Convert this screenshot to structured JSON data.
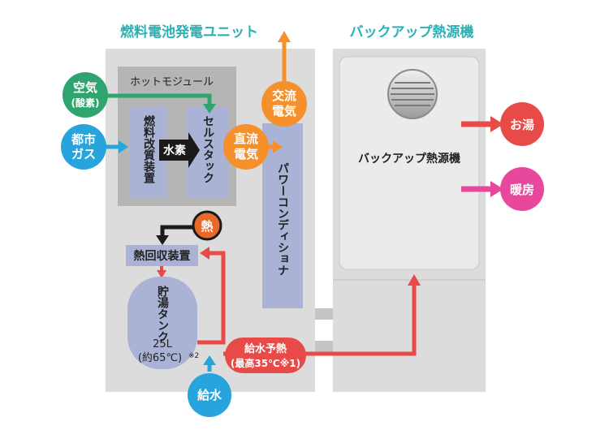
{
  "fuel_cell_unit": {
    "title": "燃料電池発電ユニット",
    "module_label": "ホットモジュール",
    "reformer": "燃料改質装置",
    "hydrogen": "水素",
    "cell_stack": "セルスタック",
    "power_conditioner": "パワーコンディショナ",
    "heat": "熱",
    "heat_recovery": "熱回収装置",
    "tank_label": "貯湯タンク",
    "tank_volume": "25L",
    "tank_temp": "(約65℃)",
    "tank_note": "※2"
  },
  "inputs": {
    "air_line1": "空気",
    "air_line2": "(酸素)",
    "gas_line1": "都市",
    "gas_line2": "ガス",
    "water": "給水"
  },
  "electric": {
    "dc_line1": "直流",
    "dc_line2": "電気",
    "ac_line1": "交流",
    "ac_line2": "電気"
  },
  "preheat": {
    "line1": "給水予熱",
    "line2": "(最高35℃※1)"
  },
  "backup_unit": {
    "title": "バックアップ熱源機",
    "box_label": "バックアップ熱源機"
  },
  "outputs": {
    "hot_water": "お湯",
    "heating": "暖房"
  },
  "colors": {
    "air": "#2fa46e",
    "gas": "#27a4dc",
    "electric": "#f5902a",
    "heat": "#e84a48",
    "heating": "#e8489b",
    "component": "#aab3d6",
    "title": "#2bb0b5"
  }
}
